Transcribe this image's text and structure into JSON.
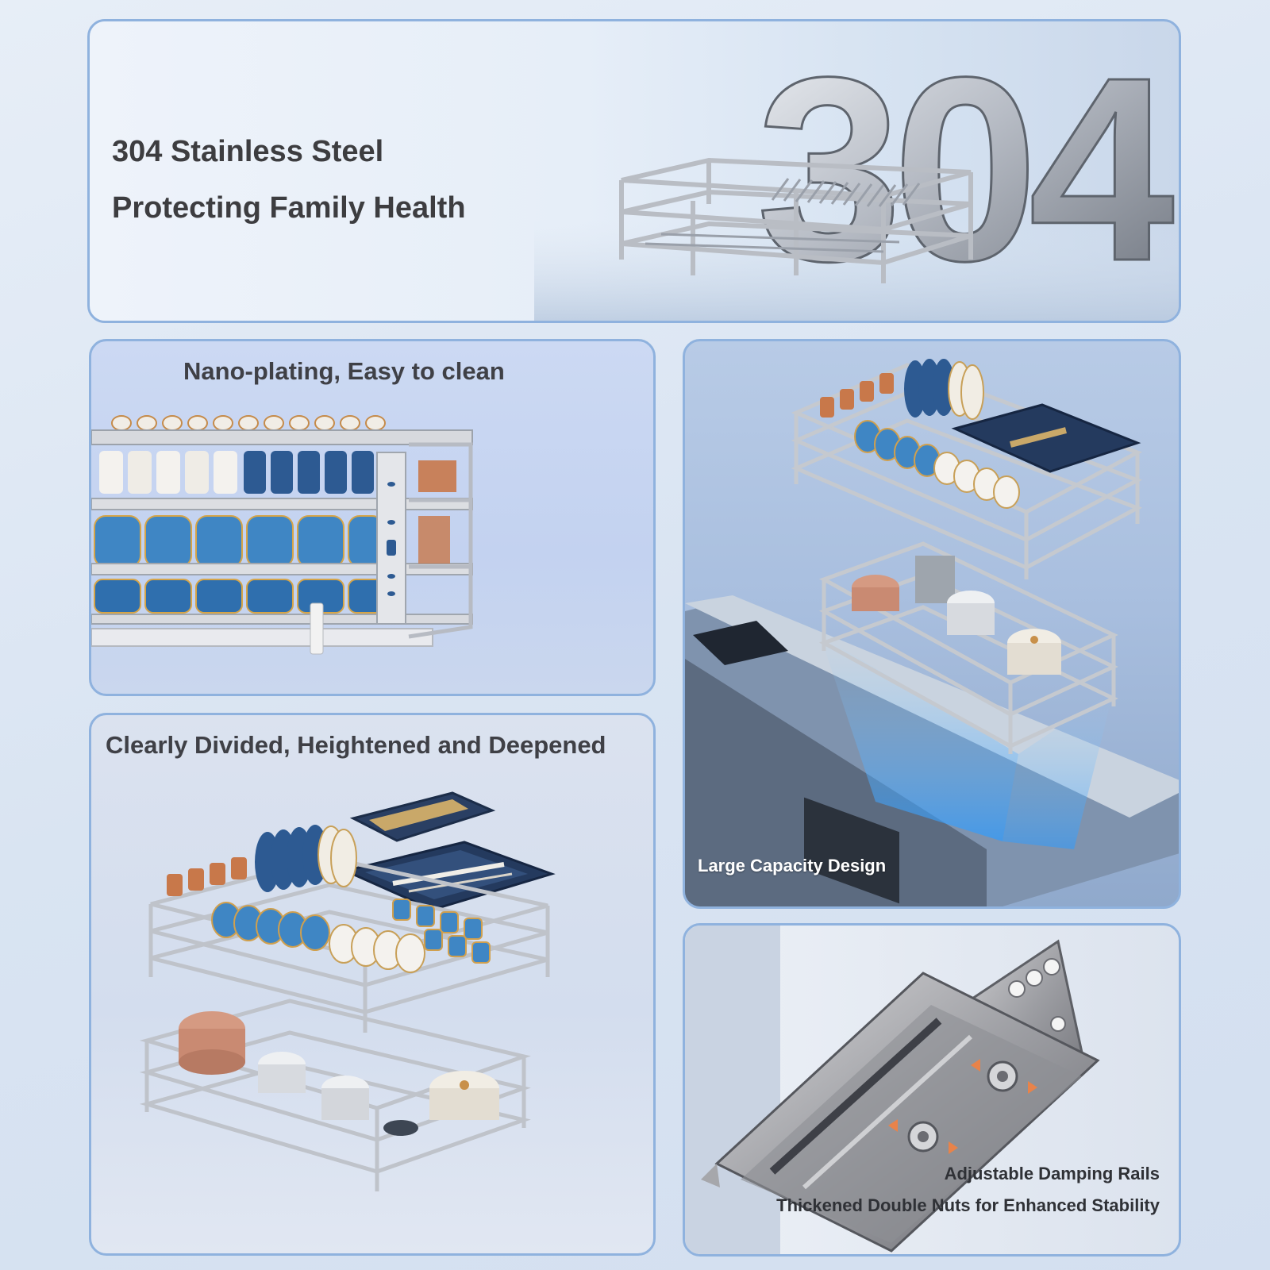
{
  "top_panel": {
    "title_line1": "304 Stainless Steel",
    "title_line2": "Protecting Family Health",
    "big_numerals": "304"
  },
  "nano_panel": {
    "title": "Nano-plating, Easy to clean"
  },
  "divided_panel": {
    "title": "Clearly Divided, Heightened and Deepened"
  },
  "capacity_panel": {
    "caption": "Large Capacity Design"
  },
  "rails_panel": {
    "caption_line1": "Adjustable Damping Rails",
    "caption_line2": "Thickened Double Nuts for Enhanced Stability"
  },
  "colors": {
    "panel_border": "#8fb2de",
    "heading_text": "#3d3d40",
    "steel": "#c9ccd2",
    "plate_blue": "#2d5a92",
    "bowl_blue": "#3f86c4",
    "accent_copper": "#c8784a"
  }
}
